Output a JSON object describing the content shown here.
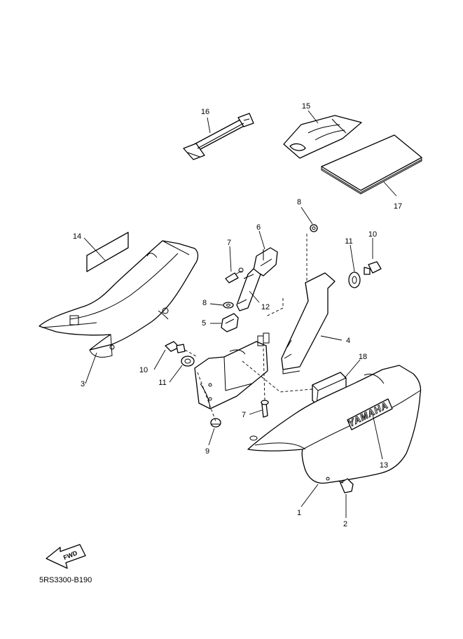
{
  "diagram": {
    "code": "5RS3300-B190",
    "direction_label": "FWD",
    "brand_label": "YAMAHA",
    "callouts": {
      "p1": "1",
      "p2": "2",
      "p3": "3",
      "p4": "4",
      "p5": "5",
      "p6": "6",
      "p7a": "7",
      "p7b": "7",
      "p8a": "8",
      "p8b": "8",
      "p9": "9",
      "p10a": "10",
      "p10b": "10",
      "p11a": "11",
      "p11b": "11",
      "p12": "12",
      "p13": "13",
      "p14": "14",
      "p15": "15",
      "p16": "16",
      "p17": "17",
      "p18": "18"
    }
  }
}
